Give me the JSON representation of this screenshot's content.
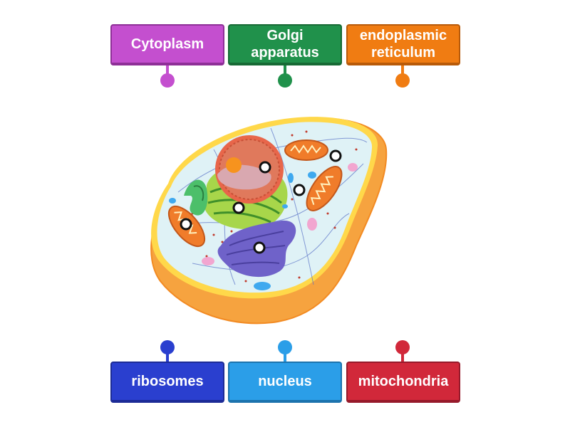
{
  "labels_top": [
    {
      "text": "Cytoplasm",
      "color": "#c44fcf",
      "border": "#8e2f97"
    },
    {
      "text": "Golgi\napparatus",
      "color": "#20914b",
      "border": "#176a35"
    },
    {
      "text": "endoplasmic\nreticulum",
      "color": "#f07c12",
      "border": "#b85a09"
    }
  ],
  "labels_bottom": [
    {
      "text": "ribosomes",
      "color": "#2a3fcf",
      "border": "#1c2b96"
    },
    {
      "text": "nucleus",
      "color": "#2b9ee8",
      "border": "#1c73ad"
    },
    {
      "text": "mitochondria",
      "color": "#d1283a",
      "border": "#96192a"
    }
  ],
  "drop_targets": 6,
  "icons": {
    "cell": "animal-cell-illustration",
    "target": "drop-target-icon"
  }
}
